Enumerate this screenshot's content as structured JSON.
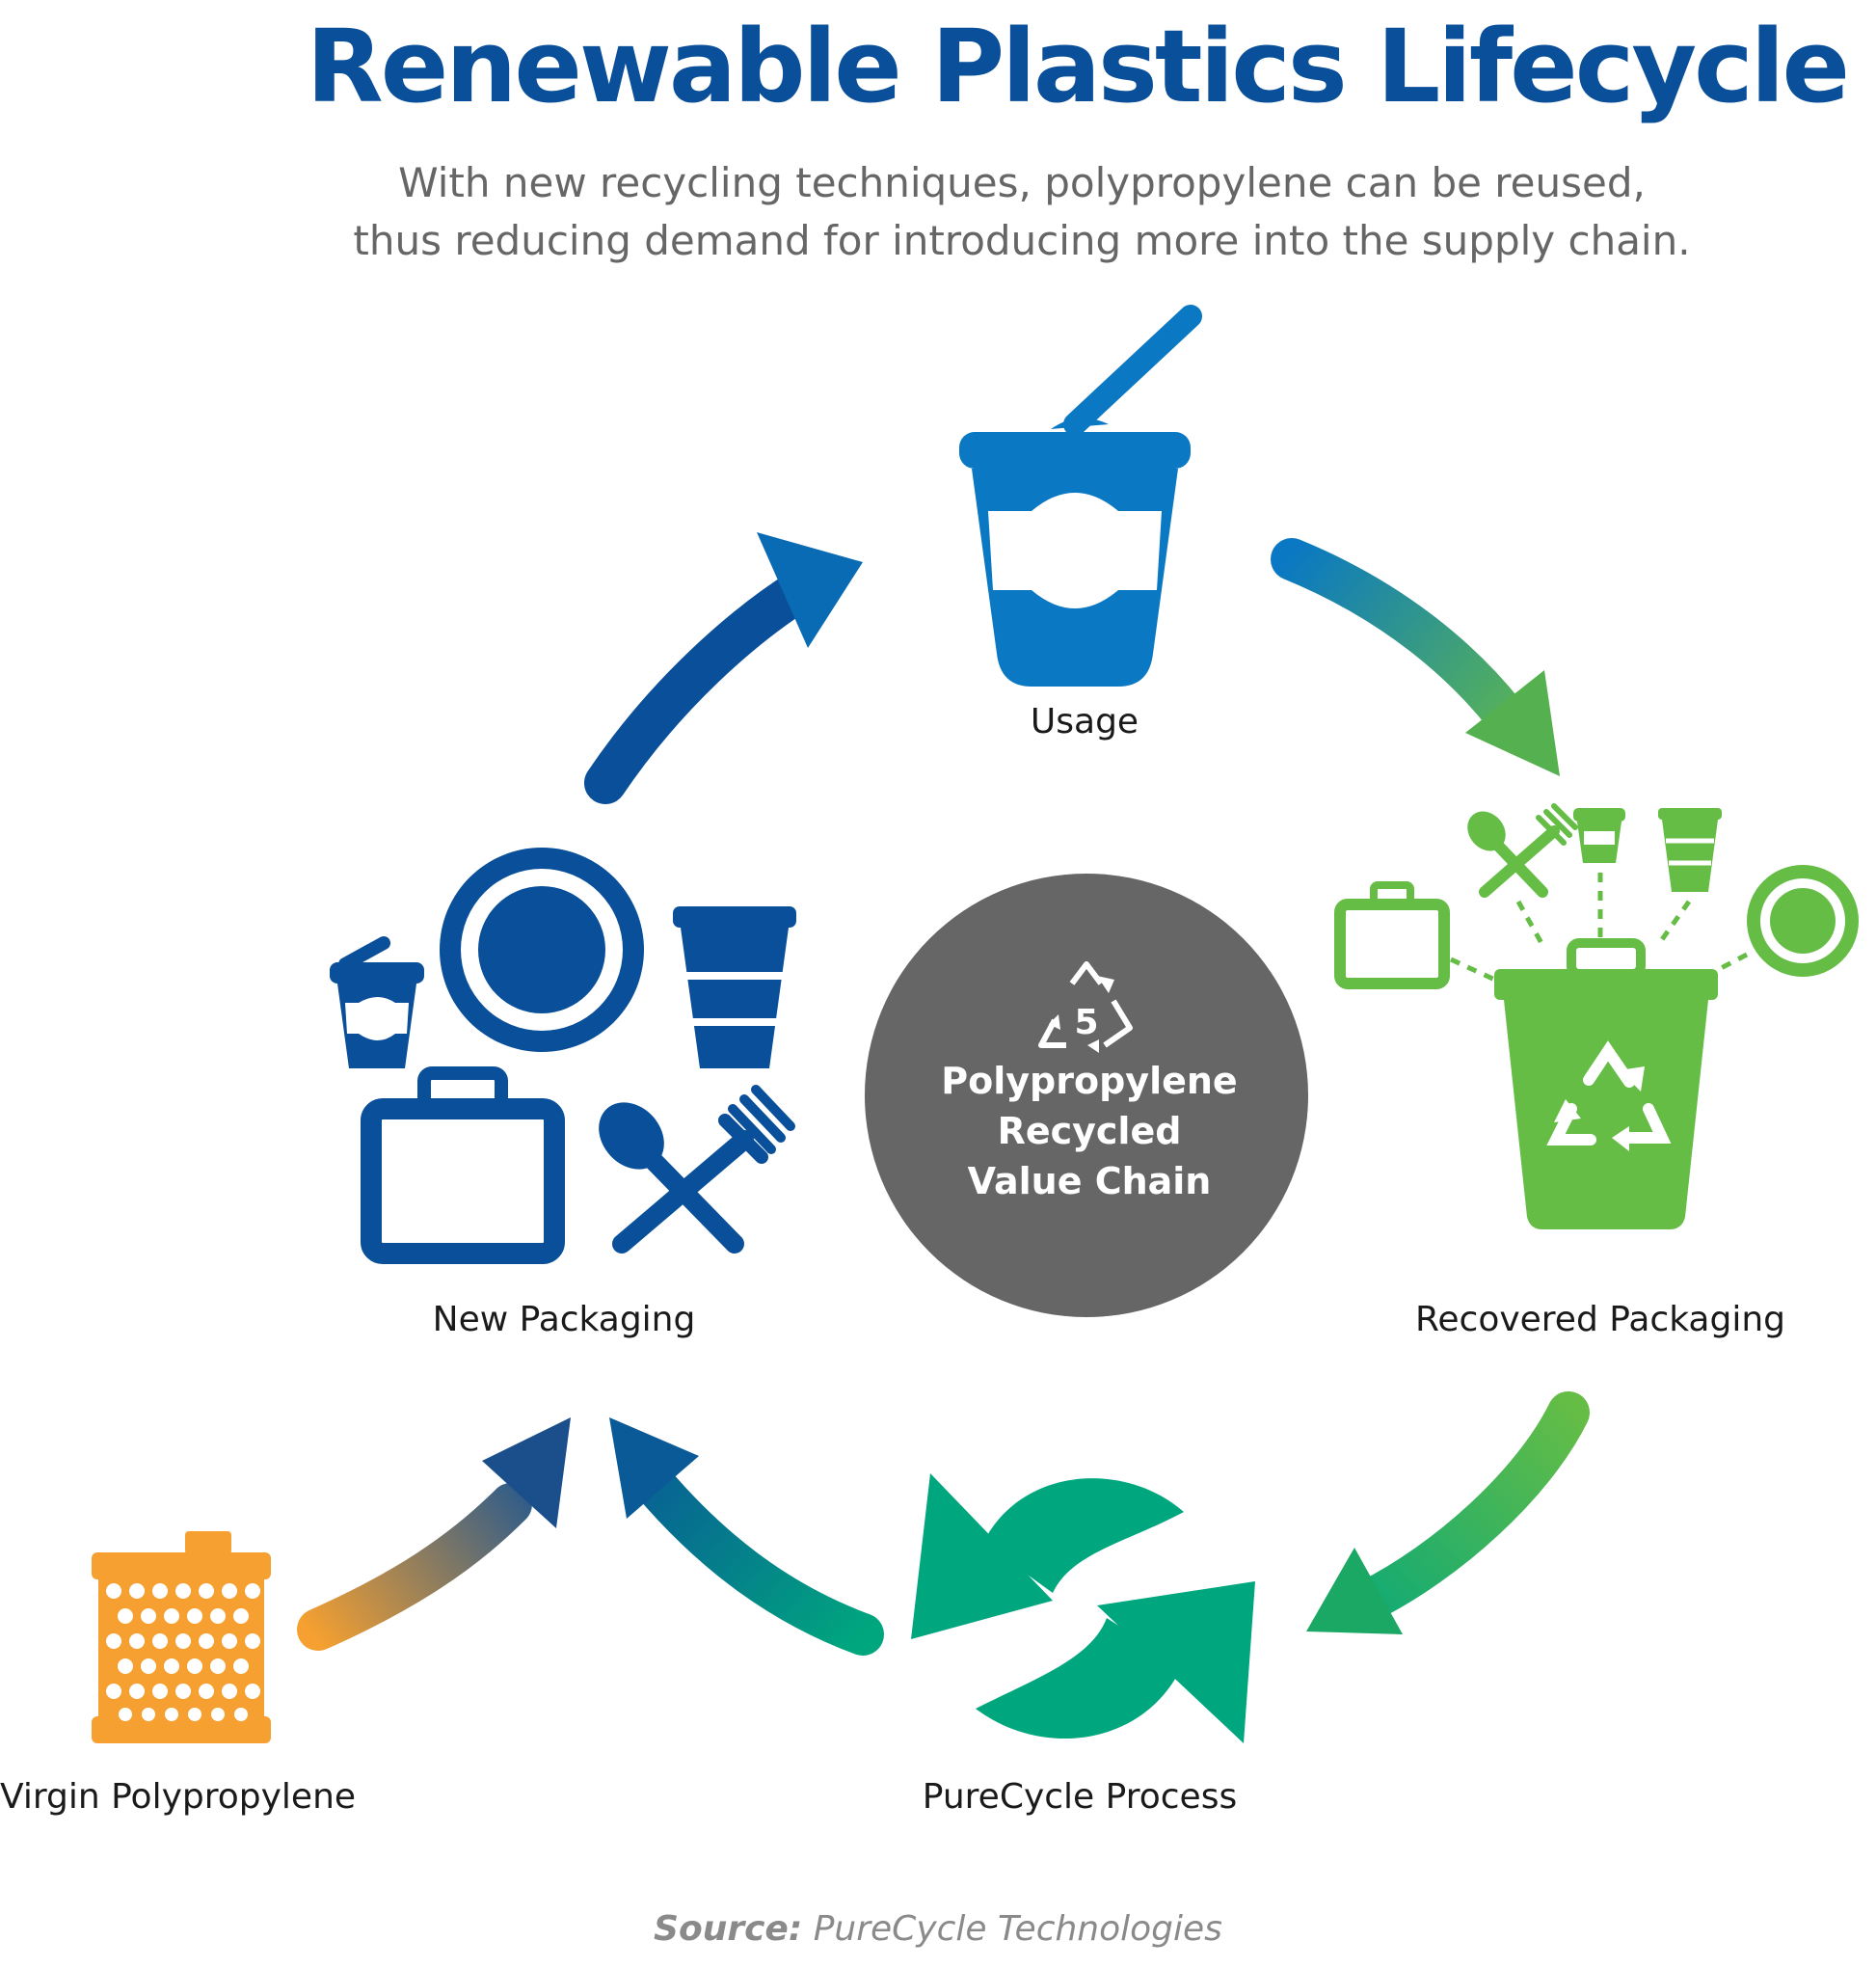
{
  "title": "Renewable Plastics Lifecycle",
  "subtitle": {
    "line1": "With new recycling techniques, polypropylene can be reused,",
    "line2": "thus reducing demand for introducing more into the supply chain."
  },
  "center": {
    "code": "5",
    "line1": "Polypropylene",
    "line2": "Recycled",
    "line3": "Value Chain"
  },
  "stages": {
    "usage": "Usage",
    "recovered": "Recovered Packaging",
    "purecycle": "PureCycle Process",
    "new_packaging": "New Packaging",
    "virgin": "Virgin Polypropylene"
  },
  "source": {
    "prefix": "Source:",
    "name": "PureCycle Technologies"
  },
  "colors": {
    "title_blue": "#0a4f9a",
    "usage_blue": "#0a78c2",
    "navy": "#0a4f9a",
    "green": "#65bd45",
    "teal": "#00a67e",
    "orange": "#f5a030",
    "center_gray": "#666666"
  },
  "icons": [
    "yogurt-cup-icon",
    "recycle-bin-icon",
    "purecycle-arrows-icon",
    "plate-icon",
    "cup-icon",
    "clamshell-box-icon",
    "spoon-fork-icon",
    "pellets-container-icon",
    "recycle-symbol-icon"
  ]
}
